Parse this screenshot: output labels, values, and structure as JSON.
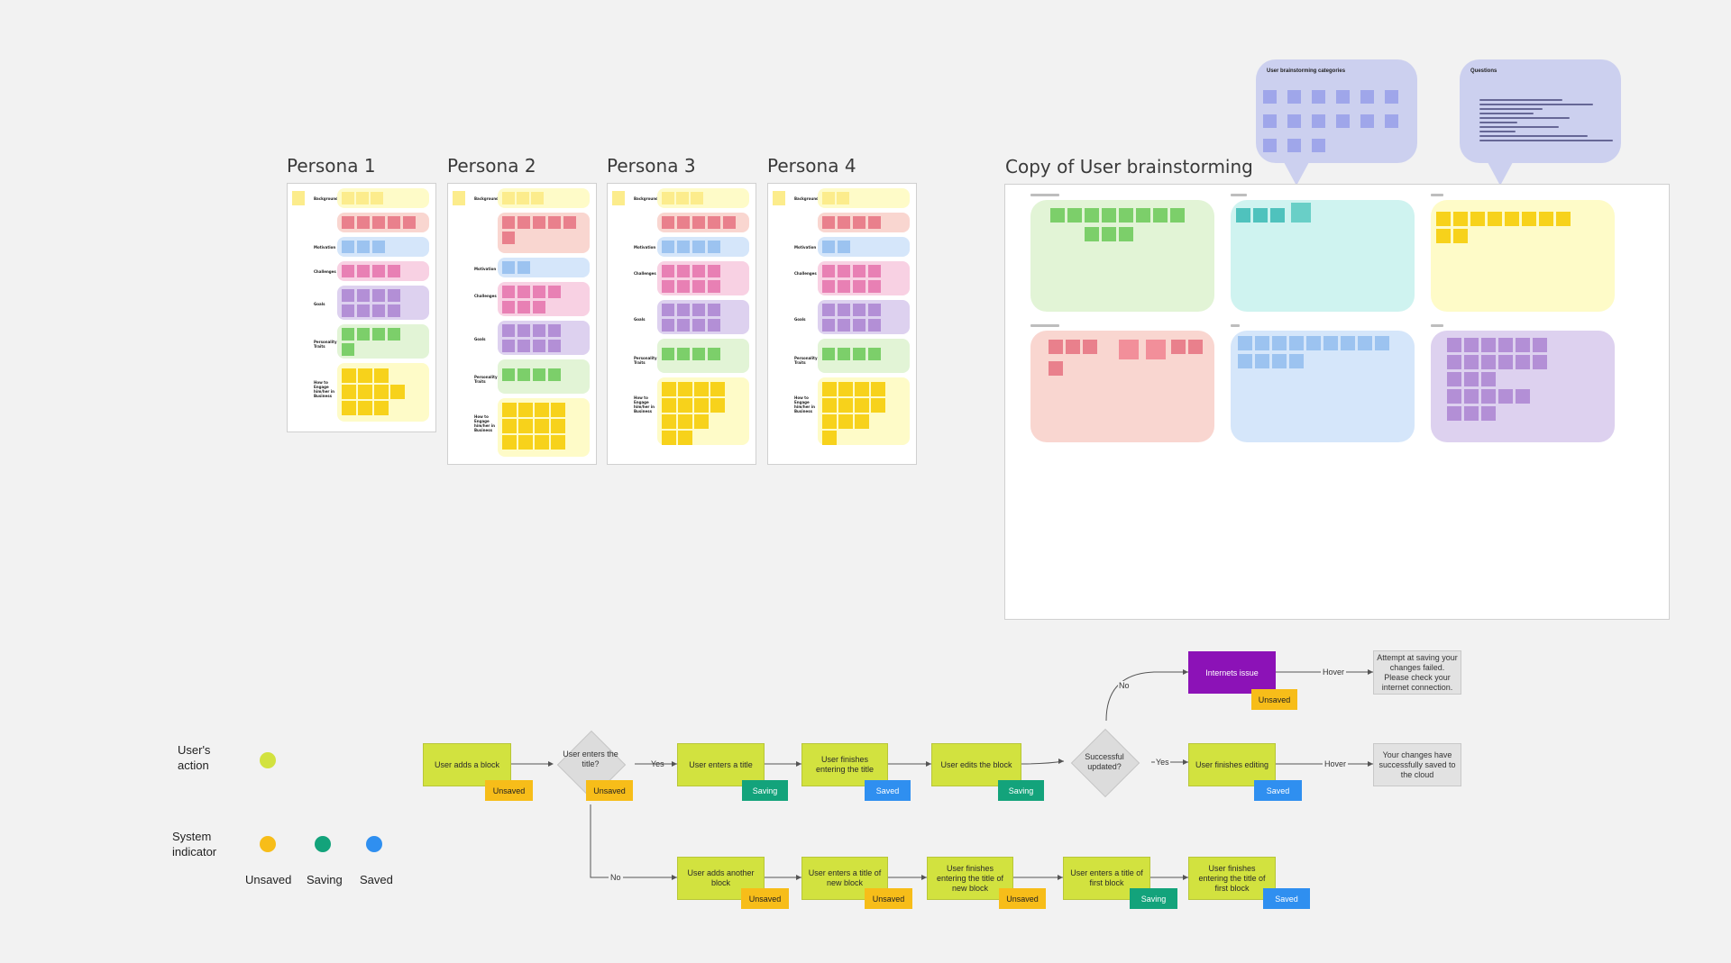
{
  "personas": [
    {
      "title": "Persona 1"
    },
    {
      "title": "Persona 2"
    },
    {
      "title": "Persona 3"
    },
    {
      "title": "Persona 4"
    }
  ],
  "persona_sections": {
    "background": "Background",
    "motivation": "Motivation",
    "challenges": "Challenges",
    "goals": "Goals",
    "traits": "Personality Traits",
    "engage": "How to Engage him/her in Business"
  },
  "brainstorm": {
    "title": "Copy of User brainstorming"
  },
  "bubbles": {
    "categories_title": "User brainstorming categories",
    "questions_title": "Questions"
  },
  "flow": {
    "n1": "User adds a block",
    "d1": "User enters the title?",
    "yes1": "Yes",
    "n2": "User enters a title",
    "n3": "User finishes entering the title",
    "n4": "User edits the block",
    "d2": "Successful updated?",
    "no1": "No",
    "yes2": "Yes",
    "no2": "No",
    "n5": "Internets issue",
    "n6": "User finishes editing",
    "hover1": "Hover",
    "hover2": "Hover",
    "msg_fail": "Attempt at saving your changes failed. Please check your internet connection.",
    "msg_ok": "Your changes have successfully saved to the cloud",
    "n7": "User adds another block",
    "n8": "User enters a title of new block",
    "n9": "User finishes entering the title of new block",
    "n10": "User enters a title of first block",
    "n11": "User finishes entering the title of first block",
    "unsaved": "Unsaved",
    "saving": "Saving",
    "saved": "Saved"
  },
  "legend": {
    "users_action": "User's action",
    "system_indicator": "System indicator",
    "unsaved": "Unsaved",
    "saving": "Saving",
    "saved": "Saved"
  },
  "colors": {
    "action": "#d2e23f",
    "unsaved": "#f7bd19",
    "saving": "#13a37b",
    "saved": "#2f8ff0",
    "internet_issue": "#8c12b7"
  }
}
